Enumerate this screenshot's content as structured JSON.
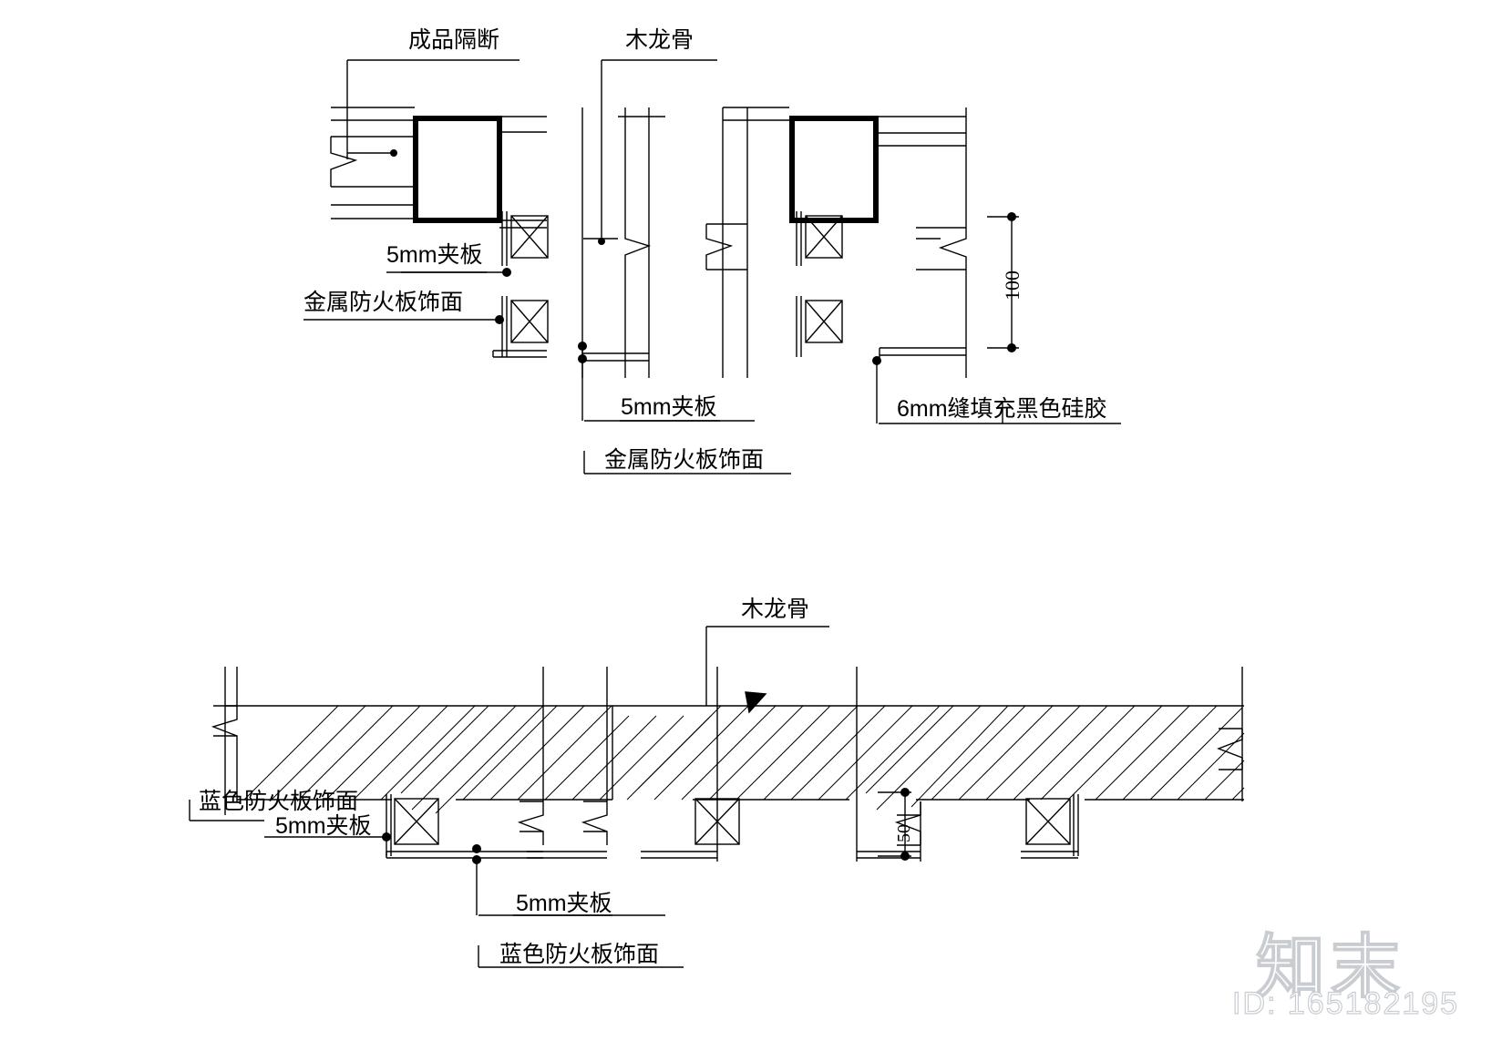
{
  "drawing": {
    "type": "cad-detail-drawing",
    "title_visible": false,
    "line_color": "#000000",
    "background": "#ffffff",
    "units": "mm"
  },
  "top_detail": {
    "name": "partition-plan-detail",
    "labels": {
      "prefab_partition": "成品隔断",
      "wood_keel": "木龙骨",
      "plywood_5mm_left": "5mm夹板",
      "metal_fireproof_panel_left": "金属防火板饰面",
      "plywood_5mm_center": "5mm夹板",
      "metal_fireproof_panel_center": "金属防火板饰面",
      "silicone_joint": "6mm缝填充黑色硅胶"
    },
    "dimension": {
      "value": "100",
      "orientation": "vertical"
    }
  },
  "bottom_detail": {
    "name": "ceiling-section-detail",
    "labels": {
      "wood_keel": "木龙骨",
      "blue_fireproof_panel_left": "蓝色防火板饰面",
      "plywood_5mm_left": "5mm夹板",
      "plywood_5mm_bottom": "5mm夹板",
      "blue_fireproof_panel_bottom": "蓝色防火板饰面"
    },
    "dimension": {
      "value": "50",
      "orientation": "vertical"
    }
  },
  "watermark": {
    "logo_text": "知末",
    "id_text": "ID: 165182195",
    "color": "#c9cdd2"
  }
}
